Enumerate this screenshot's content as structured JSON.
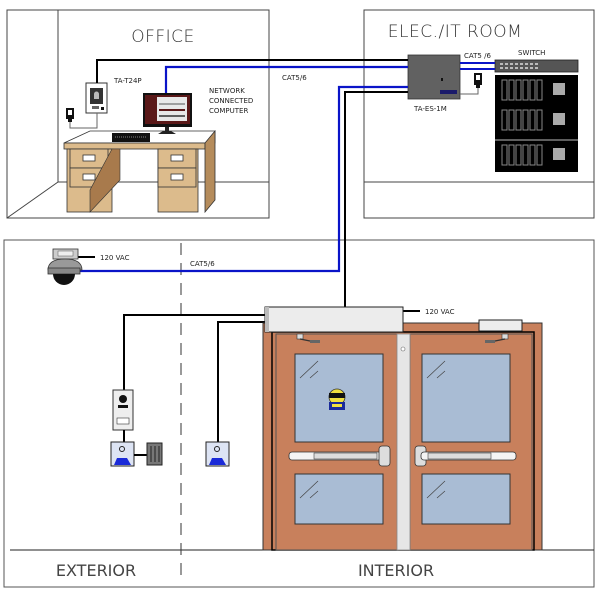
{
  "rooms": {
    "office": {
      "title": "OFFICE"
    },
    "elec_it": {
      "title": "ELEC./IT  ROOM"
    }
  },
  "zones": {
    "exterior": "EXTERIOR",
    "interior": "INTERIOR"
  },
  "devices": {
    "wall_reader": {
      "label": "TA-T24P"
    },
    "computer": {
      "label_lines": [
        "NETWORK",
        "CONNECTED",
        "COMPUTER"
      ]
    },
    "controller": {
      "label": "TA-ES-1M"
    },
    "switch": {
      "label": "SWITCH"
    }
  },
  "cables": {
    "office_to_it": "CAT5/6",
    "it_to_switch": "CAT5 /6",
    "camera_run": "CAT5/6",
    "camera_power": "120 VAC",
    "operator_power": "120 VAC"
  },
  "colors": {
    "network_cable": "#0a14c8",
    "power_cable": "#000000",
    "door": "#c8805c",
    "glass": "#a9bcd4",
    "desk": "#dcbb8c",
    "rack": "#000000"
  }
}
